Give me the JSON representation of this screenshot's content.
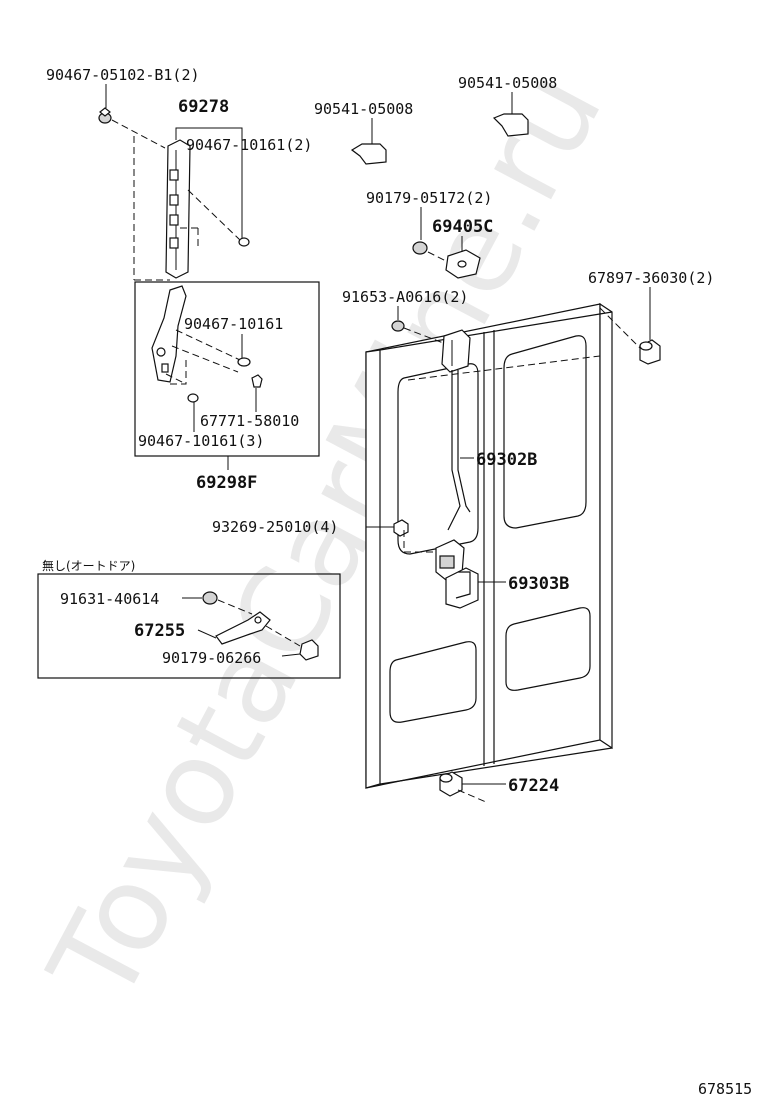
{
  "watermark": "ToyotaCarMine.ru",
  "diagram_id": "678515",
  "group_note": "無し(オートドア)",
  "labels": {
    "p90467_05102_b1": "90467-05102-B1(2)",
    "p69278": "69278",
    "p90467_10161_2": "90467-10161(2)",
    "p90541_05008_a": "90541-05008",
    "p90541_05008_b": "90541-05008",
    "p90179_05172": "90179-05172(2)",
    "p69405c": "69405C",
    "p67897_36030": "67897-36030(2)",
    "p91653_a0616": "91653-A0616(2)",
    "p90467_10161": "90467-10161",
    "p67771_58010": "67771-58010",
    "p90467_10161_3": "90467-10161(3)",
    "p69298f": "69298F",
    "p69302b": "69302B",
    "p93269_25010": "93269-25010(4)",
    "p69303b": "69303B",
    "p91631_40614": "91631-40614",
    "p67255": "67255",
    "p90179_06266": "90179-06266",
    "p67224": "67224"
  }
}
